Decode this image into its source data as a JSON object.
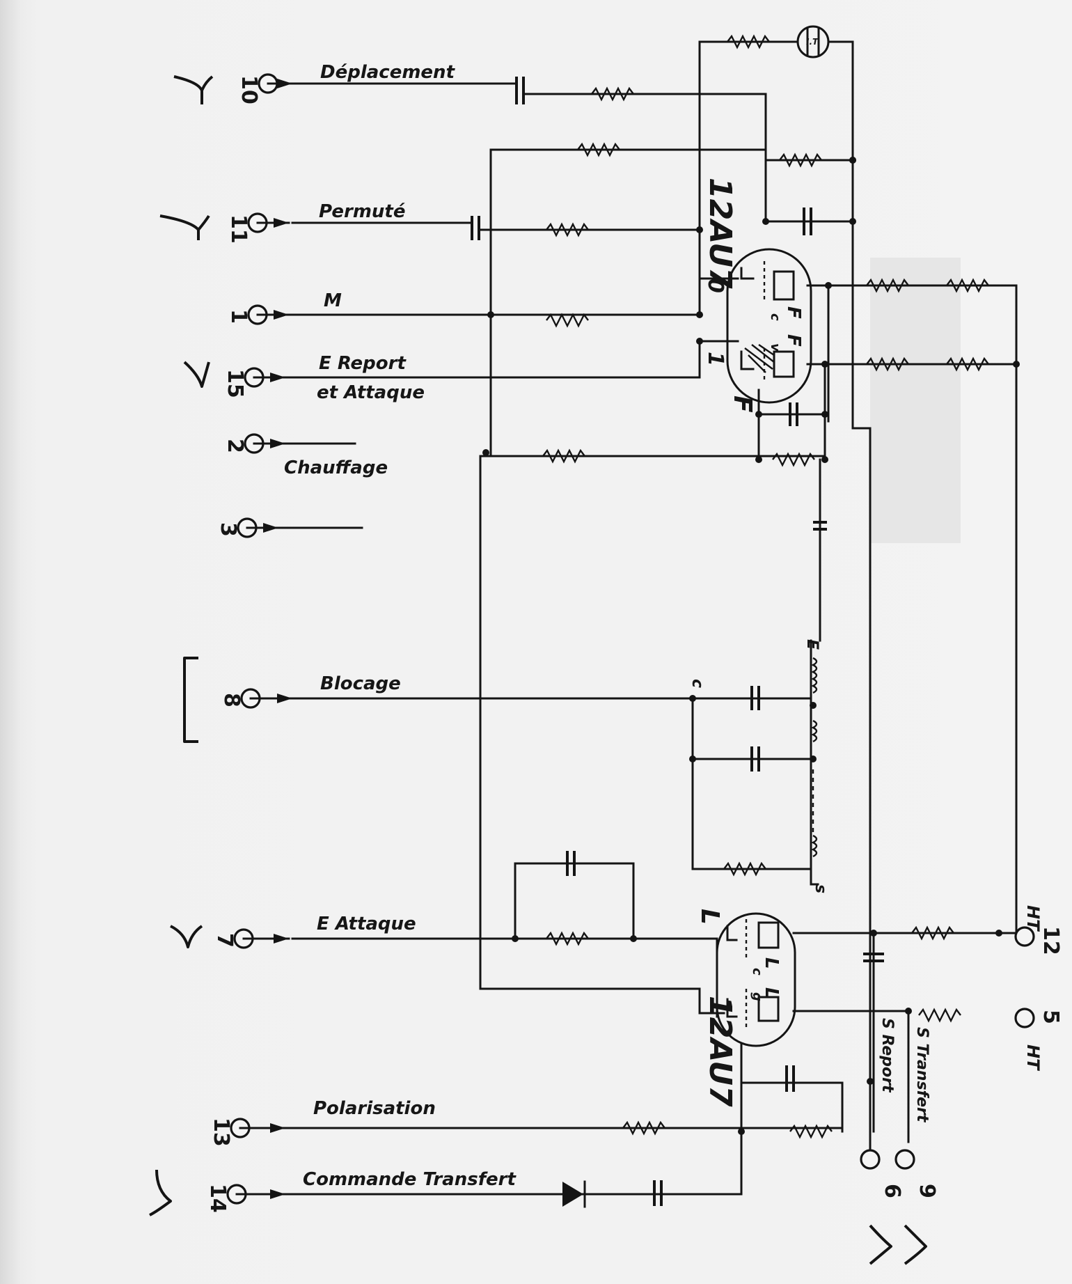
{
  "tubes": {
    "upper": {
      "type": "12AU7",
      "name": "F",
      "grid_left": "0",
      "grid_right": "1",
      "electrodes": [
        "F",
        "F",
        "c",
        "v"
      ]
    },
    "lower": {
      "type": "12AU7",
      "name": "L",
      "electrodes": [
        "L",
        "L",
        "c",
        "g"
      ]
    }
  },
  "inputs": [
    {
      "number": "10",
      "label": "Déplacement"
    },
    {
      "number": "11",
      "label": "Permuté"
    },
    {
      "number": "1",
      "label": "M"
    },
    {
      "number": "15",
      "label": "E Report",
      "label2": "et Attaque"
    },
    {
      "number": "2",
      "label": ""
    },
    {
      "number": "3",
      "label": ""
    },
    {
      "number": "8",
      "label": "Blocage"
    },
    {
      "number": "7",
      "label": "E Attaque"
    },
    {
      "number": "13",
      "label": "Polarisation"
    },
    {
      "number": "14",
      "label": "Commande Transfert"
    }
  ],
  "heating_label": "Chauffage",
  "outputs": {
    "ht12": {
      "number": "12",
      "label": "HT"
    },
    "ht5": {
      "number": "5",
      "label": "HT"
    },
    "out9": {
      "number": "9",
      "label": "S Transfert"
    },
    "out6": {
      "number": "6",
      "label": "S Report"
    }
  },
  "delay_line": {
    "top": "E",
    "bottom": "s",
    "tap": "c"
  },
  "ic_label": "I.T"
}
